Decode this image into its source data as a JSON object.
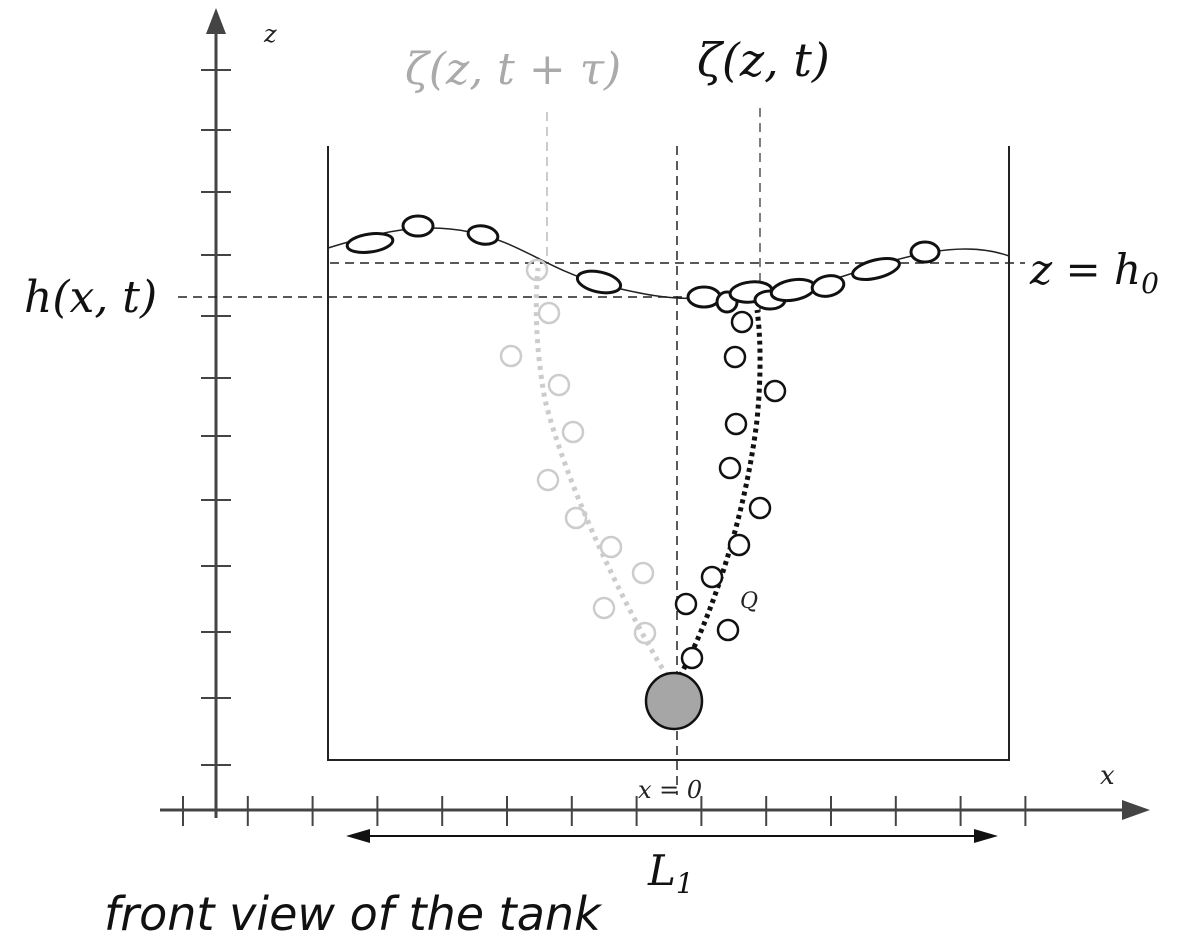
{
  "diagram": {
    "labels": {
      "z_axis": "z",
      "x_axis": "x",
      "zeta_current": "ζ(z, t)",
      "zeta_later": "ζ(z, t + τ)",
      "surface_height": "h(x, t)",
      "rest_level": "z = h",
      "rest_level_sub": "0",
      "origin": "x = 0",
      "tank_length": "L",
      "tank_length_sub": "1",
      "flow_rate": "Q",
      "caption": "front view of the tank"
    },
    "colors": {
      "ink": "#222222",
      "axis": "#444444",
      "plume_later": "#cccccc",
      "zeta_later_label": "#aaaaaa",
      "source_fill": "#a6a6a6"
    }
  }
}
